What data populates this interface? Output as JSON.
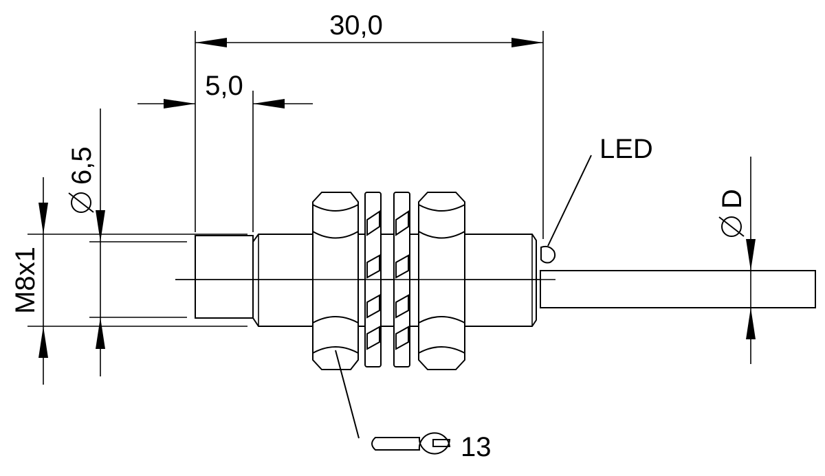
{
  "dimensions": {
    "overall_length": "30,0",
    "tip_length": "5,0",
    "tip_diameter": "6,5",
    "thread": "M8x1",
    "cable_diameter": "D"
  },
  "labels": {
    "led": "LED",
    "wrench_size": "13"
  },
  "symbols": {
    "diameter": "diameter-symbol",
    "wrench": "wrench-icon"
  },
  "colors": {
    "line": "#000000",
    "background": "#ffffff"
  }
}
